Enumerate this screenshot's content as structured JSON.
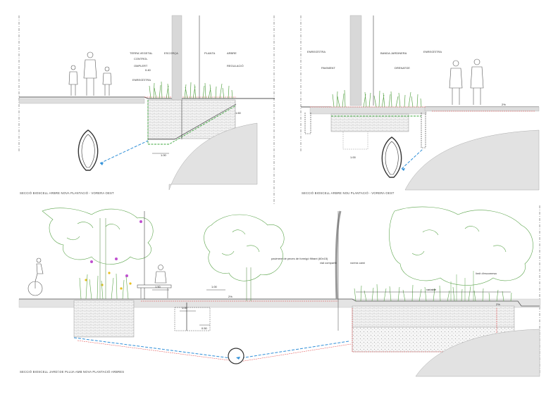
{
  "colors": {
    "vegetation": "#5aa44a",
    "drainage": "#2f8fd8",
    "section_cut": "#e04040",
    "membrane": "#3fa83f",
    "ground": "#cfcfcf",
    "road": "#d9d9d9",
    "flower_magenta": "#c050d0",
    "flower_yellow": "#e8c020"
  },
  "panels": [
    {
      "caption": "SECCIÓ BIOSCELL ARBRE NOVA PLANTACIÓ - VORERA OEST",
      "labels": [
        "TERRA VEGETAL",
        "CONTROL",
        "OMPLERT",
        "ESCORÇA",
        "PLANTA",
        "ARBRE",
        "REGULACIÓ",
        "ENREGÍSTRA"
      ],
      "dimensions": [
        "0.40",
        "1.00",
        "1.60"
      ]
    },
    {
      "caption": "SECCIÓ BIOSCELL ARBRE NOU PLANTACIÓ - VORERA OEST",
      "labels": [
        "ENREGÍSTRA",
        "PAVIMENT",
        "BANDA JARDINERA",
        "DRENATGE",
        "ENREGÍSTRA"
      ],
      "dimensions": [
        "1.00",
        "2%"
      ]
    },
    {
      "caption": "SECCIÓ BIOSCELL JARDÍ DE PLUJA AMB NOVA PLANTACIÓ ARBRES",
      "labels": [
        "paviment de peces de formigó filtrant (60x15)",
        "vial compartit",
        "vorera camí",
        "límit d'escomesa"
      ],
      "dimensions": [
        "1.50",
        "1.00",
        "2%",
        "1.00",
        "0.50",
        "2%",
        "variable"
      ]
    }
  ]
}
